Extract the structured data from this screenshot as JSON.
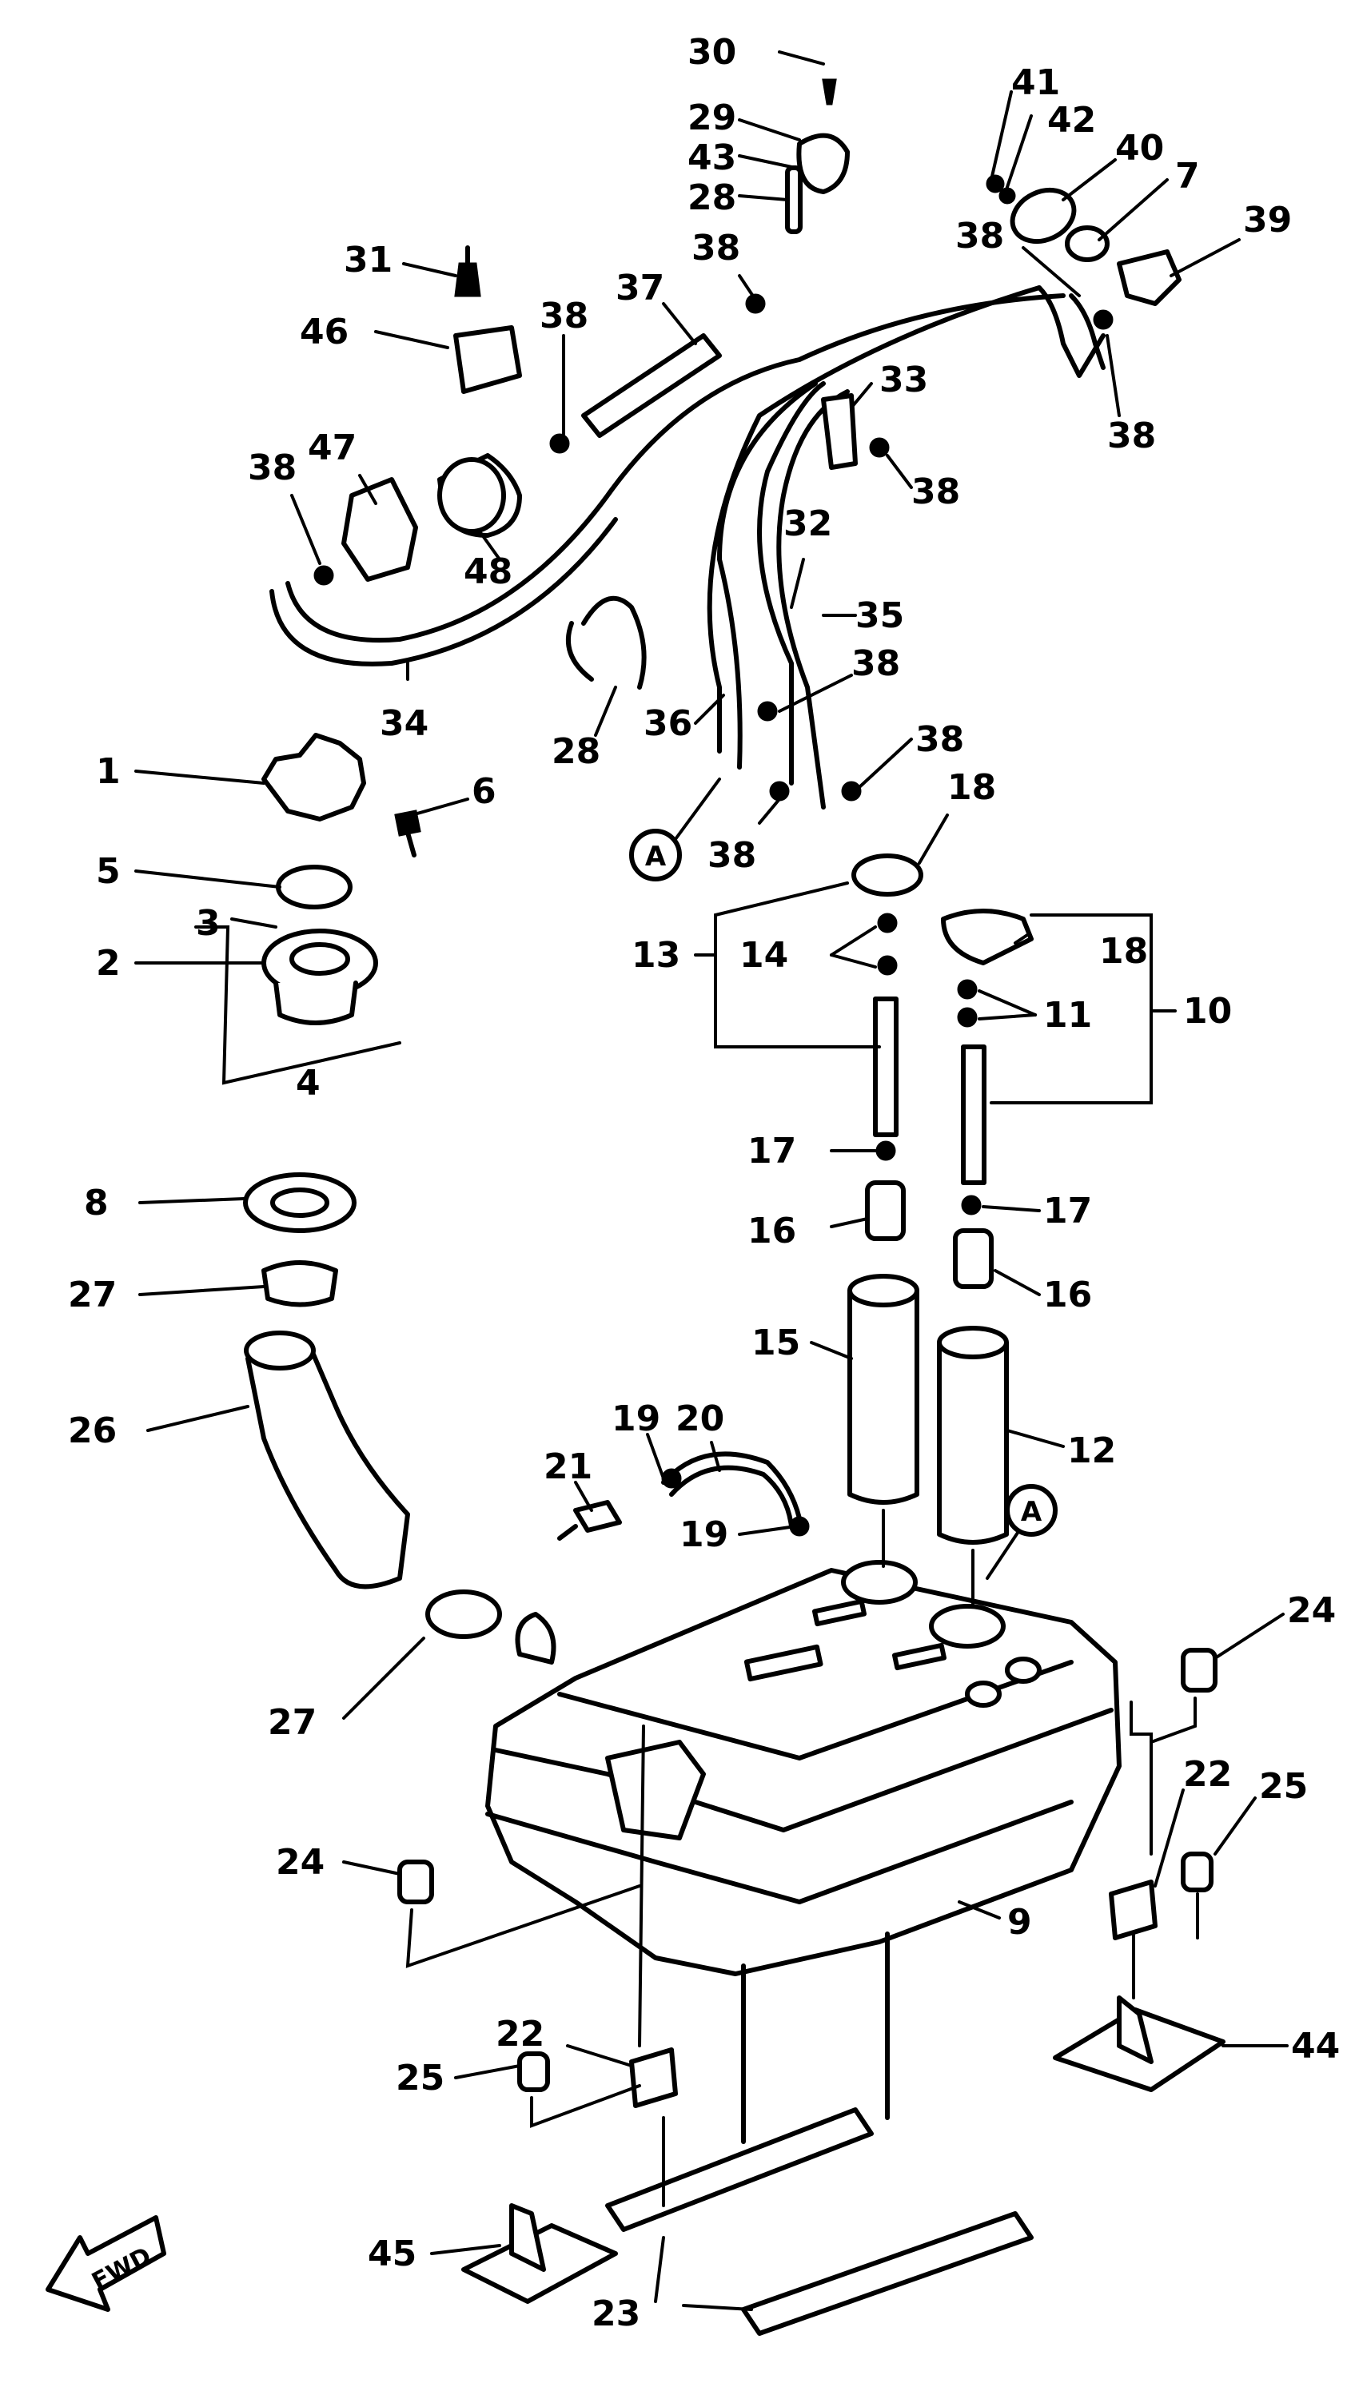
{
  "callouts": [
    {
      "id": "c30",
      "label": "30"
    },
    {
      "id": "c29",
      "label": "29"
    },
    {
      "id": "c43",
      "label": "43"
    },
    {
      "id": "c28a",
      "label": "28"
    },
    {
      "id": "c41",
      "label": "41"
    },
    {
      "id": "c42",
      "label": "42"
    },
    {
      "id": "c40",
      "label": "40"
    },
    {
      "id": "c7",
      "label": "7"
    },
    {
      "id": "c39",
      "label": "39"
    },
    {
      "id": "c38a",
      "label": "38"
    },
    {
      "id": "c38b",
      "label": "38"
    },
    {
      "id": "c31",
      "label": "31"
    },
    {
      "id": "c38c",
      "label": "38"
    },
    {
      "id": "c37",
      "label": "37"
    },
    {
      "id": "c46",
      "label": "46"
    },
    {
      "id": "c38d",
      "label": "38"
    },
    {
      "id": "c33",
      "label": "33"
    },
    {
      "id": "c38e",
      "label": "38"
    },
    {
      "id": "c38f",
      "label": "38"
    },
    {
      "id": "c47",
      "label": "47"
    },
    {
      "id": "c48",
      "label": "48"
    },
    {
      "id": "c32",
      "label": "32"
    },
    {
      "id": "c35",
      "label": "35"
    },
    {
      "id": "c38g",
      "label": "38"
    },
    {
      "id": "c34",
      "label": "34"
    },
    {
      "id": "c28b",
      "label": "28"
    },
    {
      "id": "c36",
      "label": "36"
    },
    {
      "id": "c38h",
      "label": "38"
    },
    {
      "id": "c1",
      "label": "1"
    },
    {
      "id": "c6",
      "label": "6"
    },
    {
      "id": "c18a",
      "label": "18"
    },
    {
      "id": "c38i",
      "label": "38"
    },
    {
      "id": "c5",
      "label": "5"
    },
    {
      "id": "c3",
      "label": "3"
    },
    {
      "id": "c2",
      "label": "2"
    },
    {
      "id": "c13",
      "label": "13"
    },
    {
      "id": "c14",
      "label": "14"
    },
    {
      "id": "c18b",
      "label": "18"
    },
    {
      "id": "c11",
      "label": "11"
    },
    {
      "id": "c10",
      "label": "10"
    },
    {
      "id": "c4",
      "label": "4"
    },
    {
      "id": "c17a",
      "label": "17"
    },
    {
      "id": "c8",
      "label": "8"
    },
    {
      "id": "c16a",
      "label": "16"
    },
    {
      "id": "c17b",
      "label": "17"
    },
    {
      "id": "c16b",
      "label": "16"
    },
    {
      "id": "c27a",
      "label": "27"
    },
    {
      "id": "c15",
      "label": "15"
    },
    {
      "id": "c26",
      "label": "26"
    },
    {
      "id": "c20",
      "label": "20"
    },
    {
      "id": "c19a",
      "label": "19"
    },
    {
      "id": "c21",
      "label": "21"
    },
    {
      "id": "c12",
      "label": "12"
    },
    {
      "id": "c19b",
      "label": "19"
    },
    {
      "id": "c27b",
      "label": "27"
    },
    {
      "id": "c24a",
      "label": "24"
    },
    {
      "id": "c24b",
      "label": "24"
    },
    {
      "id": "c22a",
      "label": "22"
    },
    {
      "id": "c25a",
      "label": "25"
    },
    {
      "id": "c9",
      "label": "9"
    },
    {
      "id": "c22b",
      "label": "22"
    },
    {
      "id": "c25b",
      "label": "25"
    },
    {
      "id": "c44",
      "label": "44"
    },
    {
      "id": "c45",
      "label": "45"
    },
    {
      "id": "c23",
      "label": "23"
    }
  ],
  "refs": [
    {
      "id": "refA1",
      "label": "A"
    },
    {
      "id": "refA2",
      "label": "A"
    }
  ],
  "fwd_label": "FWD"
}
